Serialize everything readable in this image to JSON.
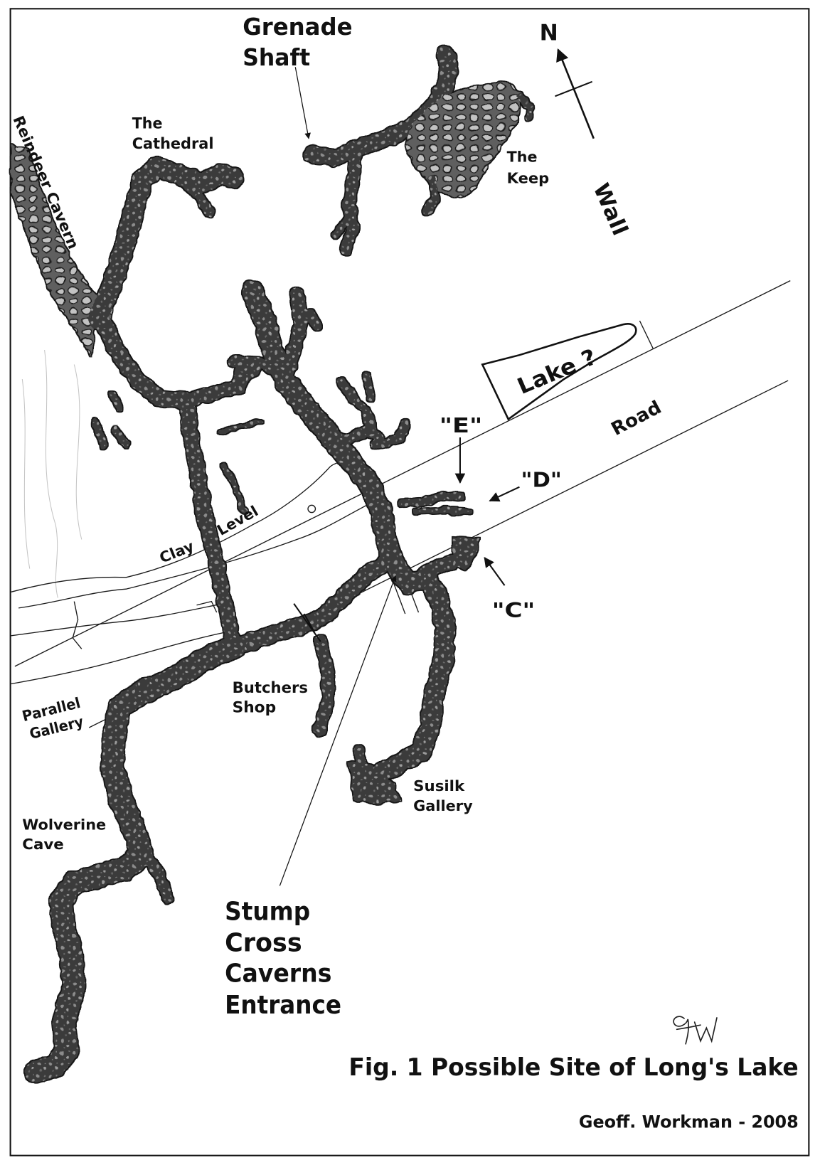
{
  "figure": {
    "caption": "Fig. 1 Possible Site of Long's Lake",
    "credit": "Geoff. Workman - 2008",
    "signature": "GW"
  },
  "compass": {
    "north": "N"
  },
  "places": {
    "grenade_shaft": [
      "Grenade",
      "Shaft"
    ],
    "the_cathedral": [
      "The",
      "Cathedral"
    ],
    "reindeer_cavern": "Reindeer Cavern",
    "the_keep": [
      "The",
      "Keep"
    ],
    "clay_level": [
      "Clay",
      "Level"
    ],
    "parallel_gallery": [
      "Parallel",
      "Gallery"
    ],
    "butchers_shop": [
      "Butchers",
      "Shop"
    ],
    "susilk_gallery": [
      "Susilk",
      "Gallery"
    ],
    "wolverine_cave": [
      "Wolverine",
      "Cave"
    ],
    "entrance": [
      "Stump",
      "Cross",
      "Caverns",
      "Entrance"
    ]
  },
  "features": {
    "wall": "Wall",
    "road": "Road",
    "lake": "Lake ?"
  },
  "sites": {
    "e": "\"E\"",
    "d": "\"D\"",
    "c": "\"C\""
  },
  "colors": {
    "ink": "#111111",
    "paper": "#ffffff",
    "cave": "#3a3a3a"
  }
}
